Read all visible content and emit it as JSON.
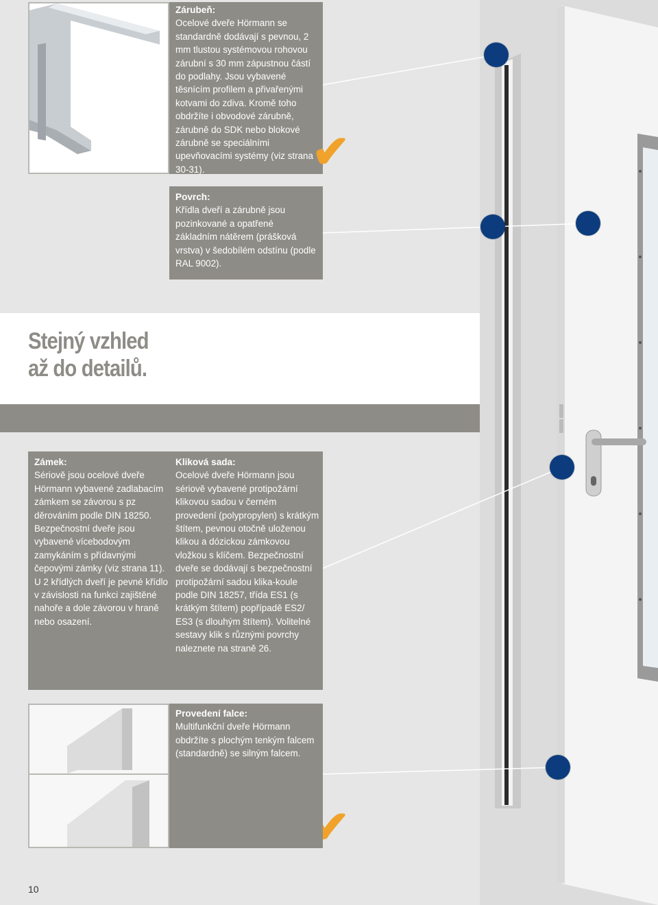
{
  "frame": {
    "title": "Zárubeň:",
    "text": "Ocelové dveře Hörmann se standardně dodávají s pevnou, 2 mm tlustou systémovou rohovou zárubní s 30 mm zápustnou částí do podlahy. Jsou vybavené těsnícím profilem a přivařenými kotvami do zdiva. Kromě toho obdržíte i obvodové zárubně, zárubně do SDK nebo blokové zárubně se speciálními upevňovacími systémy (viz strana 30-31)."
  },
  "surface": {
    "title": "Povrch:",
    "text": "Křídla dveří a zárubně jsou pozinkované a opatřené základním nátěrem (prášková vrstva) v šedobílém odstínu (podle RAL 9002)."
  },
  "headline": {
    "line1": "Stejný vzhled",
    "line2": "až do detailů."
  },
  "lock": {
    "title": "Zámek:",
    "text": "Sériově jsou ocelové dveře Hörmann vybavené zadlabacím zámkem se závorou s pz děrováním podle DIN 18250. Bezpečnostní dveře jsou vybavené vícebodovým zamykáním s přídavnými čepovými zámky (viz strana 11). U 2 křídlých dveří je pevné křídlo v závislosti na funkci zajištěné nahoře a dole závorou v hraně nebo osazení."
  },
  "handle": {
    "title": "Kliková sada:",
    "text": "Ocelové dveře Hörmann jsou sériově vybavené protipožární klikovou sadou v černém provedení (polypropylen) s krátkým štítem, pevnou otočně uloženou klikou a dózickou zámkovou vložkou s klíčem. Bezpečnostní dveře se dodávají s bezpečnostní protipožární sadou klika-koule podle DIN 18257, třída ES1 (s krátkým štítem) popřípadě ES2/ ES3 (s dlouhým štítem). Volitelné sestavy klik s různými povrchy naleznete na straně 26."
  },
  "rebate": {
    "title": "Provedení falce:",
    "text": "Multifunkční dveře Hörmann obdržíte s plochým tenkým falcem (standardně) se silným falcem."
  },
  "page_number": "10",
  "colors": {
    "panel_grey": "#8e8c86",
    "marker_blue": "#0c3c7e",
    "check_orange": "#f0a22a",
    "background": "#e6e6e6"
  },
  "icons": {
    "check": "check-mark-icon",
    "marker": "callout-dot-icon"
  }
}
